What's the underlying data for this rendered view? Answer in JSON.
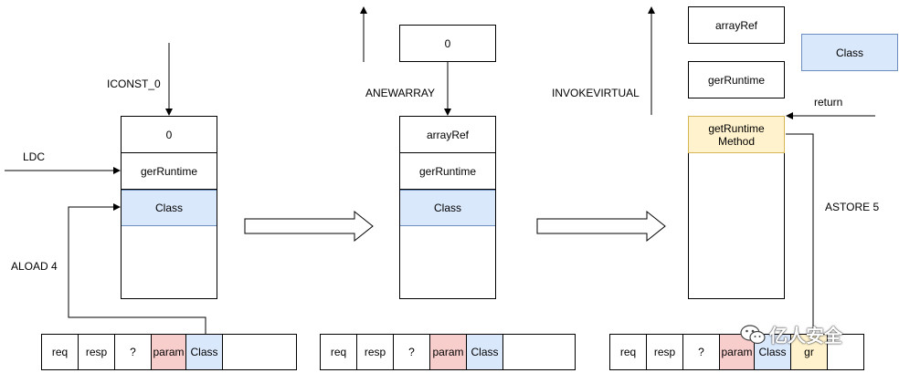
{
  "stage1": {
    "labels": {
      "iconst": "ICONST_0",
      "ldc": "LDC",
      "aload": "ALOAD 4"
    },
    "stack": [
      "0",
      "gerRuntime",
      "Class"
    ],
    "locals": [
      "req",
      "resp",
      "?",
      "param",
      "Class",
      ""
    ]
  },
  "stage2": {
    "labels": {
      "anewarray": "ANEWARRAY"
    },
    "top_box": "0",
    "stack": [
      "arrayRef",
      "gerRuntime",
      "Class"
    ],
    "locals": [
      "req",
      "resp",
      "?",
      "param",
      "Class",
      ""
    ]
  },
  "stage3": {
    "labels": {
      "invoke": "INVOKEVIRTUAL",
      "return": "return",
      "astore": "ASTORE 5"
    },
    "popped": [
      "arrayRef",
      "gerRuntime",
      "Class"
    ],
    "stack": [
      "getRuntime\nMethod"
    ],
    "locals": [
      "req",
      "resp",
      "?",
      "param",
      "Class",
      "gr",
      ""
    ]
  },
  "watermark": {
    "text": "亿人安全",
    "icon": "wechat-icon"
  },
  "colors": {
    "blue_fill": "#dae8fc",
    "yellow_fill": "#fff2cc",
    "pink_fill": "#f8cecc"
  }
}
